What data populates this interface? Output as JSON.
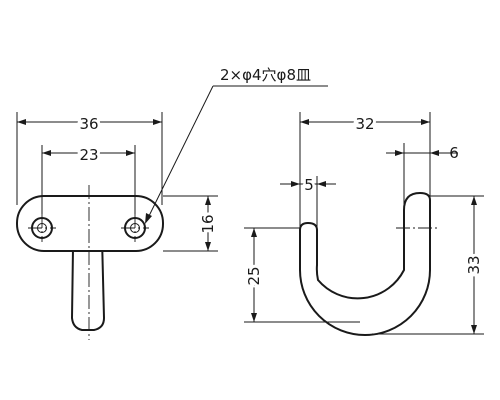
{
  "callout": {
    "text": "2×φ4穴φ8皿"
  },
  "front_view": {
    "overall_width": "36",
    "hole_pitch": "23",
    "plate_height": "16"
  },
  "side_view": {
    "overall_depth": "32",
    "tip_thickness": "6",
    "wire_thickness": "5",
    "inner_height": "25",
    "overall_height": "33"
  }
}
